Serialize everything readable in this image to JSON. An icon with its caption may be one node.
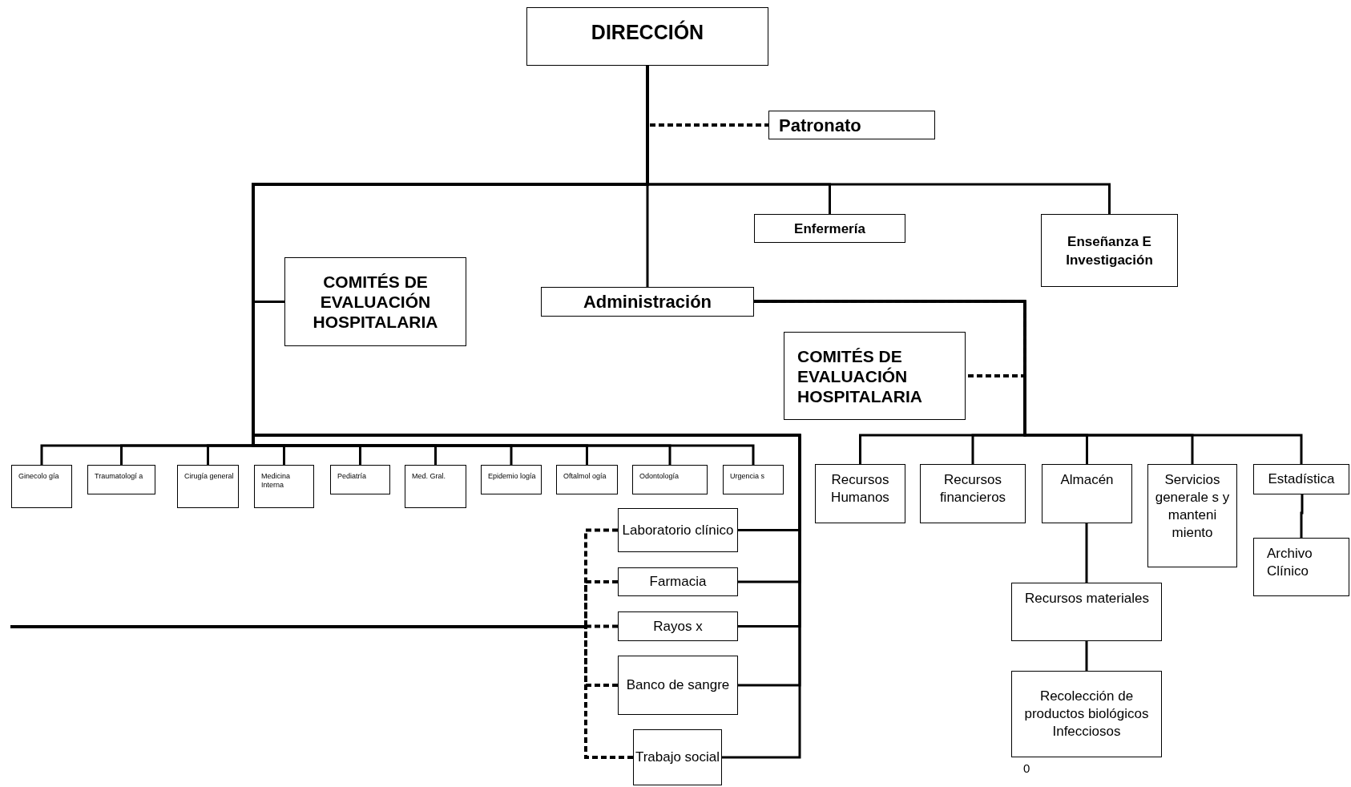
{
  "diagram": {
    "nodes": [
      {
        "text": [
          "DIRECCIÓN"
        ]
      },
      {
        "text": [
          "Patronato"
        ]
      },
      {
        "text": [
          "Enfermería"
        ]
      },
      {
        "text": [
          "Enseñanza E Investigación"
        ]
      },
      {
        "text": [
          "COMITÉS DE EVALUACIÓN HOSPITALARIA"
        ]
      },
      {
        "text": [
          "Administración"
        ]
      },
      {
        "text": [
          "COMITÉS DE EVALUACIÓN HOSPITALARIA"
        ]
      },
      {
        "text": [
          "Ginecolo gía"
        ]
      },
      {
        "text": [
          "Traumatologí a"
        ]
      },
      {
        "text": [
          "Cirugía general"
        ]
      },
      {
        "text": [
          "Medicina Interna"
        ]
      },
      {
        "text": [
          "Pediatría"
        ]
      },
      {
        "text": [
          "Med. Gral."
        ]
      },
      {
        "text": [
          "Epidemio logía"
        ]
      },
      {
        "text": [
          "Oftalmol ogía"
        ]
      },
      {
        "text": [
          "Odontología"
        ]
      },
      {
        "text": [
          "Urgencia s"
        ]
      },
      {
        "text": [
          "Laboratorio clínico"
        ]
      },
      {
        "text": [
          "Farmacia"
        ]
      },
      {
        "text": [
          "Rayos x"
        ]
      },
      {
        "text": [
          "Banco de sangre"
        ]
      },
      {
        "text": [
          "Trabajo social"
        ]
      },
      {
        "text": [
          "Recursos Humanos"
        ]
      },
      {
        "text": [
          "Recursos financieros"
        ]
      },
      {
        "text": [
          "Almacén"
        ]
      },
      {
        "text": [
          "Servicios generale s y manteni miento"
        ]
      },
      {
        "text": [
          "Estadística"
        ]
      },
      {
        "text": [
          "Archivo Clínico"
        ]
      },
      {
        "text": [
          "Recursos materiales"
        ]
      },
      {
        "text": [
          "Recolección de productos biológicos Infecciosos"
        ],
        "beside": [
          "0"
        ]
      }
    ],
    "edges": [
      {
        "from": 0,
        "to": 1,
        "arrow": "none",
        "style": "dashed"
      },
      {
        "from": 0,
        "to": 2,
        "arrow": "none"
      },
      {
        "from": 0,
        "to": 3,
        "arrow": "none"
      },
      {
        "from": 0,
        "to": 5,
        "arrow": "none"
      },
      {
        "from": 0,
        "to": 4,
        "arrow": "none"
      },
      {
        "from": 0,
        "to": 7,
        "arrow": "none"
      },
      {
        "from": 0,
        "to": 8,
        "arrow": "none"
      },
      {
        "from": 0,
        "to": 9,
        "arrow": "none"
      },
      {
        "from": 0,
        "to": 10,
        "arrow": "none"
      },
      {
        "from": 0,
        "to": 11,
        "arrow": "none"
      },
      {
        "from": 0,
        "to": 12,
        "arrow": "none"
      },
      {
        "from": 0,
        "to": 13,
        "arrow": "none"
      },
      {
        "from": 0,
        "to": 14,
        "arrow": "none"
      },
      {
        "from": 0,
        "to": 15,
        "arrow": "none"
      },
      {
        "from": 0,
        "to": 16,
        "arrow": "none"
      },
      {
        "from": 0,
        "to": 17,
        "arrow": "none"
      },
      {
        "from": 0,
        "to": 18,
        "arrow": "none"
      },
      {
        "from": 0,
        "to": 19,
        "arrow": "none"
      },
      {
        "from": 0,
        "to": 20,
        "arrow": "none"
      },
      {
        "from": 0,
        "to": 21,
        "arrow": "none"
      },
      {
        "from": 5,
        "to": 6,
        "arrow": "none",
        "style": "dashed"
      },
      {
        "from": 5,
        "to": 22,
        "arrow": "none"
      },
      {
        "from": 5,
        "to": 23,
        "arrow": "none"
      },
      {
        "from": 5,
        "to": 24,
        "arrow": "none"
      },
      {
        "from": 5,
        "to": 25,
        "arrow": "none"
      },
      {
        "from": 5,
        "to": 26,
        "arrow": "none"
      },
      {
        "from": 26,
        "to": 27,
        "arrow": "none"
      },
      {
        "from": 24,
        "to": 28,
        "arrow": "none"
      },
      {
        "from": 28,
        "to": 29,
        "arrow": "none"
      },
      {
        "from": 17,
        "to": null,
        "arrow": "none",
        "style": "dashed"
      },
      {
        "from": 18,
        "to": null,
        "arrow": "none",
        "style": "dashed"
      },
      {
        "from": 19,
        "to": null,
        "arrow": "none",
        "style": "dashed"
      },
      {
        "from": 20,
        "to": null,
        "arrow": "none",
        "style": "dashed"
      },
      {
        "from": 21,
        "to": null,
        "arrow": "none",
        "style": "dashed"
      }
    ]
  }
}
